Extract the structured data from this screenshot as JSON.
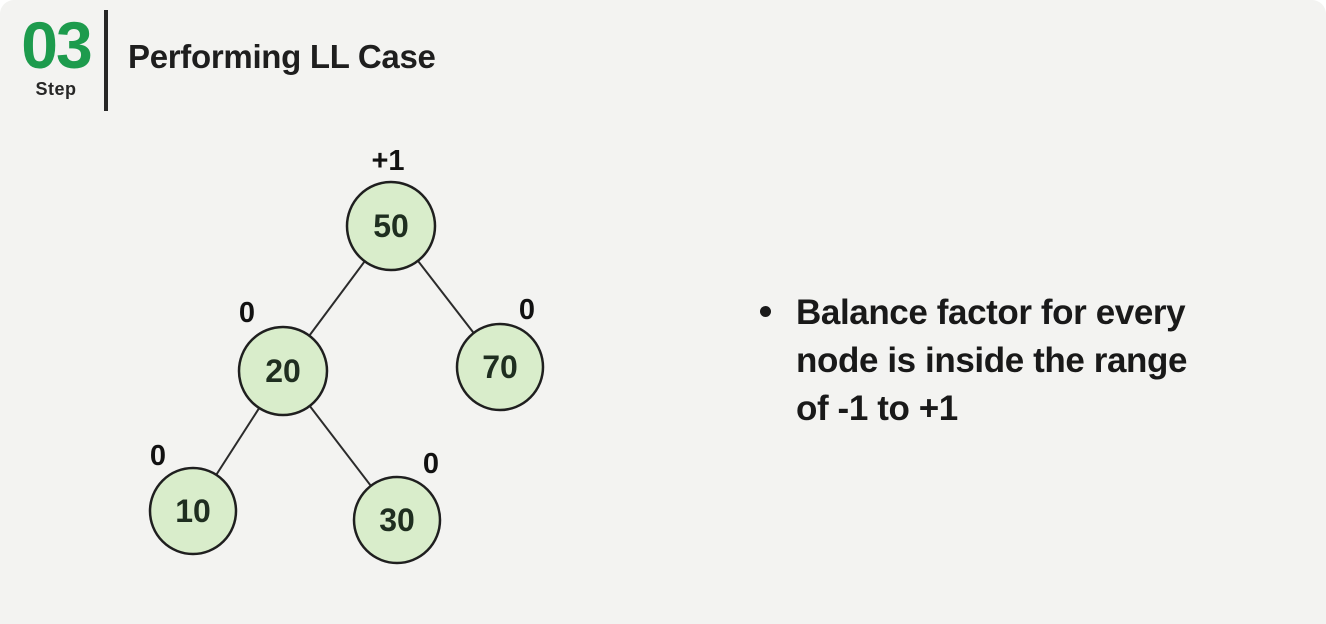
{
  "slide": {
    "background_color": "#f3f3f1"
  },
  "header": {
    "step_number": "03",
    "step_label": "Step",
    "title": "Performing LL Case",
    "accent_color": "#1d9b4d"
  },
  "tree": {
    "type": "binary-tree",
    "node_fill_color": "#d9edcb",
    "node_border_color": "#1f1f1f",
    "nodes": [
      {
        "id": "root",
        "value": "50",
        "balance": "+1"
      },
      {
        "id": "left",
        "value": "20",
        "balance": "0"
      },
      {
        "id": "right",
        "value": "70",
        "balance": "0"
      },
      {
        "id": "left-left",
        "value": "10",
        "balance": "0"
      },
      {
        "id": "left-right",
        "value": "30",
        "balance": "0"
      }
    ],
    "edges": [
      {
        "from": "50",
        "to": "20"
      },
      {
        "from": "50",
        "to": "70"
      },
      {
        "from": "20",
        "to": "10"
      },
      {
        "from": "20",
        "to": "30"
      }
    ]
  },
  "notes": {
    "bullet_text": "Balance factor for every node is inside the range of -1 to +1",
    "bullet_lines": [
      "Balance factor for every",
      "node is inside the range",
      "of -1 to +1"
    ]
  }
}
